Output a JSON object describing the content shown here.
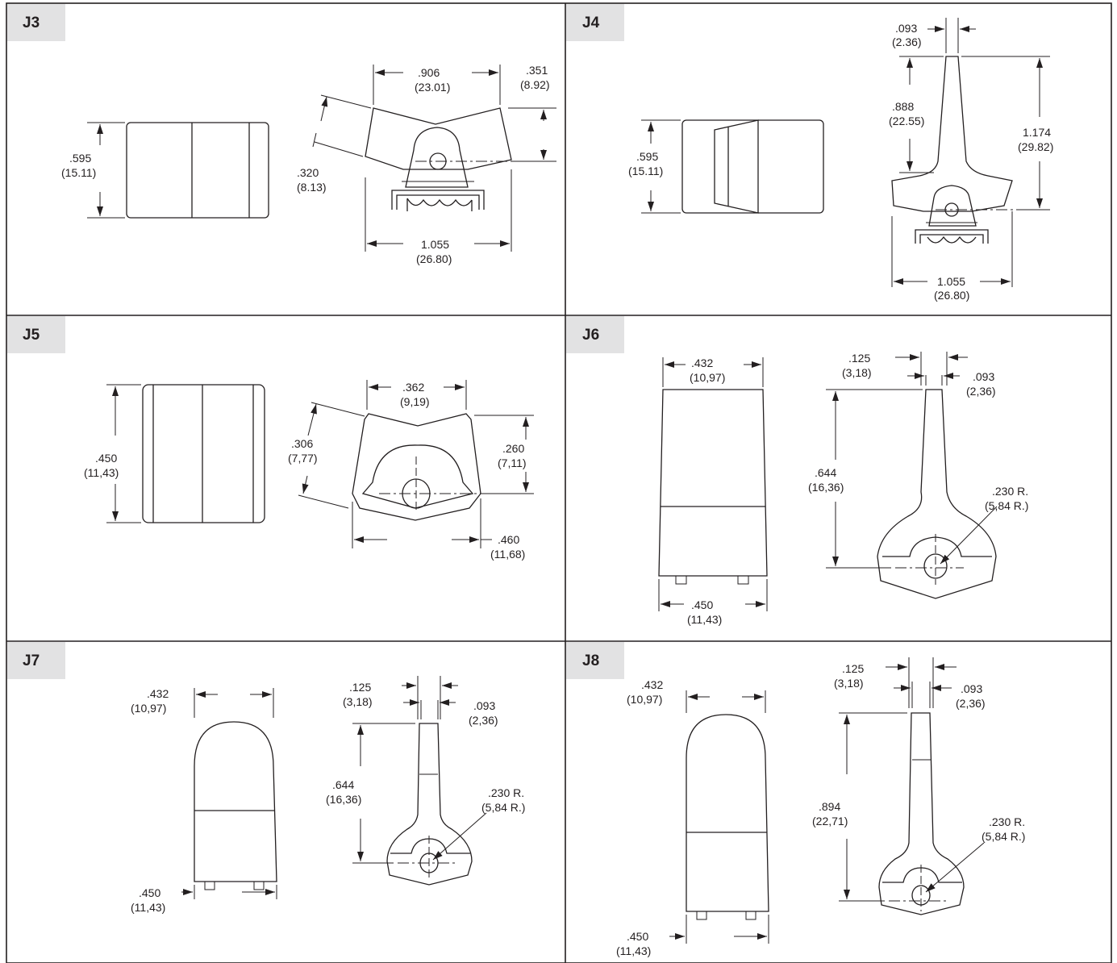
{
  "panels": {
    "j3": {
      "label": "J3",
      "side_height": {
        "in": ".595",
        "mm": "(15.11)"
      },
      "lever_top_width": {
        "in": ".906",
        "mm": "(23.01)"
      },
      "lever_height_right": {
        "in": ".351",
        "mm": "(8.92)"
      },
      "lever_height_left": {
        "in": ".320",
        "mm": "(8.13)"
      },
      "overall_width": {
        "in": "1.055",
        "mm": "(26.80)"
      }
    },
    "j4": {
      "label": "J4",
      "tip_width": {
        "in": ".093",
        "mm": "(2.36)"
      },
      "side_height": {
        "in": ".595",
        "mm": "(15.11)"
      },
      "stem_height": {
        "in": ".888",
        "mm": "(22.55)"
      },
      "overall_height": {
        "in": "1.174",
        "mm": "(29.82)"
      },
      "overall_width": {
        "in": "1.055",
        "mm": "(26.80)"
      }
    },
    "j5": {
      "label": "J5",
      "side_height": {
        "in": ".450",
        "mm": "(11,43)"
      },
      "top_width": {
        "in": ".362",
        "mm": "(9,19)"
      },
      "left_height": {
        "in": ".306",
        "mm": "(7,77)"
      },
      "right_height": {
        "in": ".260",
        "mm": "(7,11)"
      },
      "overall_width": {
        "in": ".460",
        "mm": "(11,68)"
      }
    },
    "j6": {
      "label": "J6",
      "top_width": {
        "in": ".432",
        "mm": "(10,97)"
      },
      "bottom_width": {
        "in": ".450",
        "mm": "(11,43)"
      },
      "base_width": {
        "in": ".125",
        "mm": "(3,18)"
      },
      "tip_width": {
        "in": ".093",
        "mm": "(2,36)"
      },
      "height": {
        "in": ".644",
        "mm": "(16,36)"
      },
      "radius": {
        "in": ".230 R.",
        "mm": "(5,84 R.)"
      }
    },
    "j7": {
      "label": "J7",
      "top_width": {
        "in": ".432",
        "mm": "(10,97)"
      },
      "bottom_width": {
        "in": ".450",
        "mm": "(11,43)"
      },
      "base_width": {
        "in": ".125",
        "mm": "(3,18)"
      },
      "tip_width": {
        "in": ".093",
        "mm": "(2,36)"
      },
      "height": {
        "in": ".644",
        "mm": "(16,36)"
      },
      "radius": {
        "in": ".230 R.",
        "mm": "(5,84 R.)"
      }
    },
    "j8": {
      "label": "J8",
      "top_width": {
        "in": ".432",
        "mm": "(10,97)"
      },
      "bottom_width": {
        "in": ".450",
        "mm": "(11,43)"
      },
      "base_width": {
        "in": ".125",
        "mm": "(3,18)"
      },
      "tip_width": {
        "in": ".093",
        "mm": "(2,36)"
      },
      "height": {
        "in": ".894",
        "mm": "(22,71)"
      },
      "radius": {
        "in": ".230 R.",
        "mm": "(5,84 R.)"
      }
    }
  }
}
